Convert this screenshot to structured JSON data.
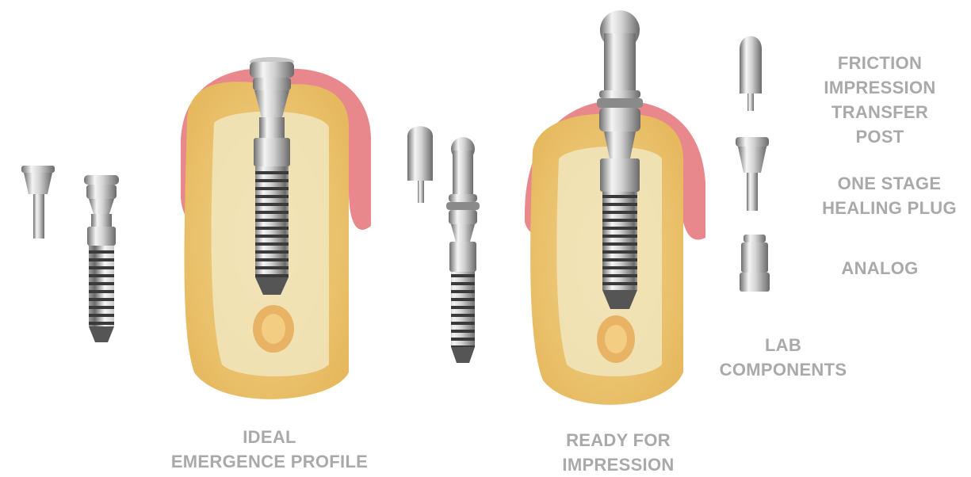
{
  "labels": {
    "ideal": [
      "IDEAL",
      "EMERGENCE PROFILE"
    ],
    "ready": [
      "READY FOR",
      "IMPRESSION"
    ],
    "friction": [
      "FRICTION",
      "IMPRESSION",
      "TRANSFER",
      "POST"
    ],
    "healing": [
      "ONE STAGE",
      "HEALING PLUG"
    ],
    "analog": [
      "ANALOG"
    ],
    "lab": [
      "LAB",
      "COMPONENTS"
    ]
  },
  "colors": {
    "label_text": "#a9a9a9",
    "gum": "#e8888c",
    "bone_outer": "#ecc774",
    "bone_inner": "#f1e6be",
    "metal": "#b8b8b8"
  }
}
